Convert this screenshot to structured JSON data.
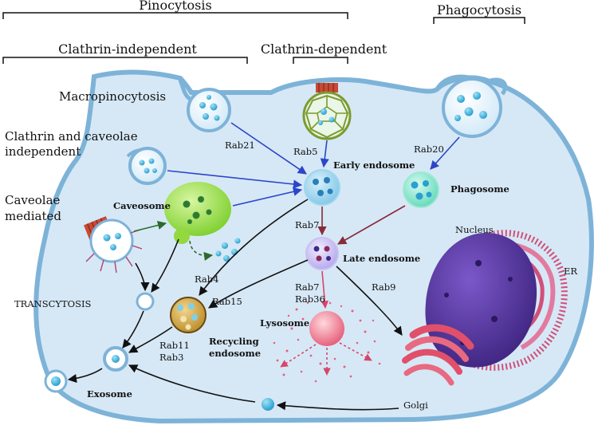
{
  "headers": {
    "pinocytosis": "Pinocytosis",
    "phagocytosis": "Phagocytosis",
    "clathrin_independent": "Clathrin-independent",
    "clathrin_dependent": "Clathrin-dependent"
  },
  "pathways": {
    "macropinocytosis": "Macropinocytosis",
    "clathrin_caveolae_line1": "Clathrin and caveolae",
    "clathrin_caveolae_line2": "independent",
    "caveolae_line1": "Caveolae",
    "caveolae_line2": "mediated"
  },
  "compartments": {
    "caveosome": "Caveosome",
    "early_endosome": "Early endosome",
    "phagosome": "Phagosome",
    "late_endosome": "Late endosome",
    "lysosome": "Lysosome",
    "recycling_line1": "Recycling",
    "recycling_line2": "endosome",
    "nucleus": "Nucleus",
    "er": "ER",
    "golgi": "Golgi",
    "exosome": "Exosome",
    "transcytosis": "TRANSCYTOSIS"
  },
  "rabs": {
    "rab21": "Rab21",
    "rab5": "Rab5",
    "rab20": "Rab20",
    "rab7_top": "Rab7",
    "rab4": "Rab4",
    "rab15": "Rab15",
    "rab7_bottom": "Rab7",
    "rab36": "Rab36",
    "rab9": "Rab9",
    "rab11": "Rab11",
    "rab3": "Rab3"
  },
  "colors": {
    "membrane": "#7eb3d8",
    "cytoplasm": "#d6e8f6",
    "arrow_blue": "#2b46c8",
    "arrow_maroon": "#8a2a3a",
    "arrow_black": "#111111",
    "caveosome_green": "#8bd43a",
    "lysosome_pink": "#e8607a",
    "nucleus_purple": "#4b2a8c",
    "er_pink": "#d0507a",
    "golgi_red": "#e0506a"
  }
}
